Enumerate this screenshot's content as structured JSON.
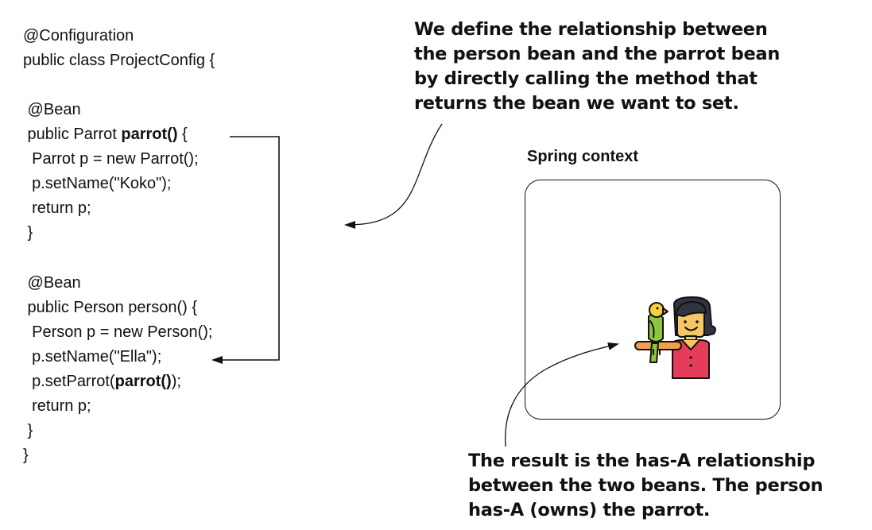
{
  "code": {
    "lines": [
      {
        "a": "@Configuration",
        "b": "",
        "c": ""
      },
      {
        "a": "public class ProjectConfig {",
        "b": "",
        "c": ""
      },
      {
        "a": "",
        "b": "",
        "c": ""
      },
      {
        "a": " @Bean",
        "b": "",
        "c": ""
      },
      {
        "a": " public Parrot ",
        "b": "parrot()",
        "c": " {"
      },
      {
        "a": "  Parrot p = new Parrot();",
        "b": "",
        "c": ""
      },
      {
        "a": "  p.setName(\"Koko\");",
        "b": "",
        "c": ""
      },
      {
        "a": "  return p;",
        "b": "",
        "c": ""
      },
      {
        "a": " }",
        "b": "",
        "c": ""
      },
      {
        "a": "",
        "b": "",
        "c": ""
      },
      {
        "a": " @Bean",
        "b": "",
        "c": ""
      },
      {
        "a": " public Person person() {",
        "b": "",
        "c": ""
      },
      {
        "a": "  Person p = new Person();",
        "b": "",
        "c": ""
      },
      {
        "a": "  p.setName(\"Ella\");",
        "b": "",
        "c": ""
      },
      {
        "a": "  p.setParrot(",
        "b": "parrot()",
        "c": ");"
      },
      {
        "a": "  return p;",
        "b": "",
        "c": ""
      },
      {
        "a": " }",
        "b": "",
        "c": ""
      },
      {
        "a": "}",
        "b": "",
        "c": ""
      }
    ]
  },
  "callout_top": {
    "lines": [
      "We define the relationship between",
      "the person bean and the parrot bean",
      "by directly calling the method that",
      "returns the bean we want to set."
    ]
  },
  "context": {
    "title": "Spring context"
  },
  "callout_bottom": {
    "lines": [
      "The result is the has-A relationship",
      "between the two beans. The person",
      "has-A (owns) the parrot."
    ]
  },
  "colors": {
    "ink": "#111111",
    "parrot_body": "#8cc63f",
    "parrot_head": "#f7d23e",
    "person_shirt": "#e63c5c",
    "person_skin": "#f6c667",
    "person_hair": "#2f3440",
    "perch": "#f0a04b"
  },
  "icons": {
    "illustration": "person-with-parrot-icon"
  }
}
